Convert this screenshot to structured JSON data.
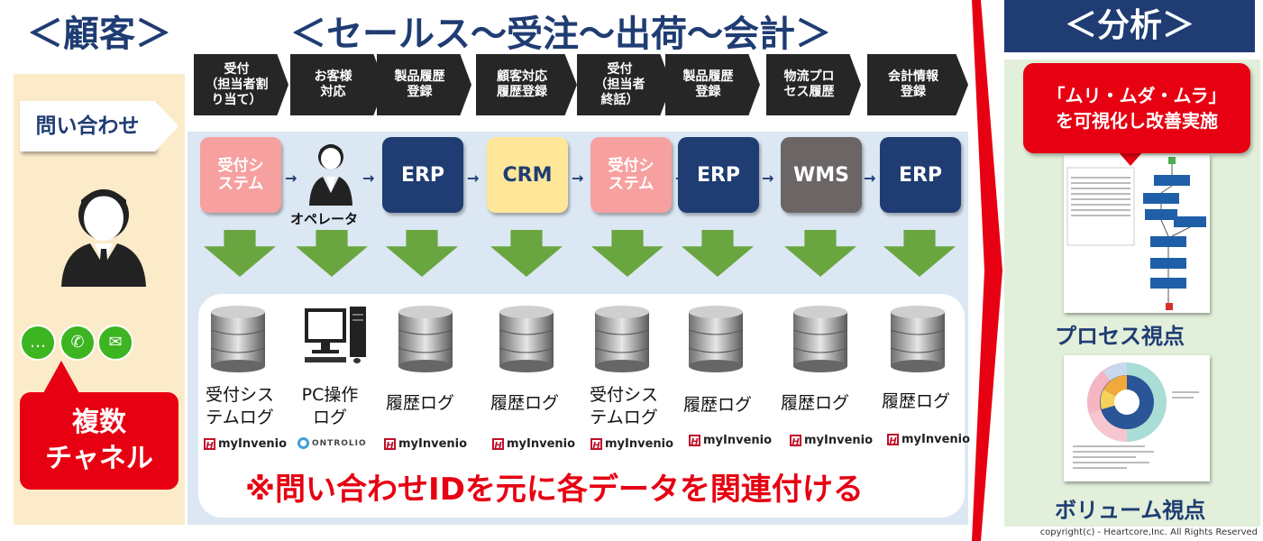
{
  "header": {
    "customer": "＜顧客＞",
    "flow": "＜セールス～受注～出荷～会計＞",
    "analysis": "＜分析＞"
  },
  "customer": {
    "inquiry_label": "問い合わせ",
    "channels": [
      "chat-icon",
      "phone-icon",
      "mail-icon"
    ],
    "multi_channel": "複数\nチャネル"
  },
  "steps": [
    "受付\n（担当者割\nり当て）",
    "お客様\n対応",
    "製品履歴\n登録",
    "顧客対応\n履歴登録",
    "受付\n（担当者\n終話）",
    "製品履歴\n登録",
    "物流プロ\nセス履歴",
    "会計情報\n登録"
  ],
  "systems": [
    {
      "label": "受付シ\nステム",
      "style": "pink"
    },
    {
      "label": "オペレータ",
      "style": "person"
    },
    {
      "label": "ERP",
      "style": "navy"
    },
    {
      "label": "CRM",
      "style": "yellow"
    },
    {
      "label": "受付シ\nステム",
      "style": "pink"
    },
    {
      "label": "ERP",
      "style": "navy"
    },
    {
      "label": "WMS",
      "style": "gray"
    },
    {
      "label": "ERP",
      "style": "navy"
    }
  ],
  "sources": [
    {
      "icon": "database-icon",
      "log": "受付シス\nテムログ",
      "brand": "myInvenio"
    },
    {
      "icon": "pc-icon",
      "log": "PC操作\nログ",
      "brand": "ONTROLIO"
    },
    {
      "icon": "database-icon",
      "log": "履歴ログ",
      "brand": "myInvenio"
    },
    {
      "icon": "database-icon",
      "log": "履歴ログ",
      "brand": "myInvenio"
    },
    {
      "icon": "database-icon",
      "log": "受付シス\nテムログ",
      "brand": "myInvenio"
    },
    {
      "icon": "database-icon",
      "log": "履歴ログ",
      "brand": "myInvenio"
    },
    {
      "icon": "database-icon",
      "log": "履歴ログ",
      "brand": "myInvenio"
    },
    {
      "icon": "database-icon",
      "log": "履歴ログ",
      "brand": "myInvenio"
    }
  ],
  "note": "※問い合わせIDを元に各データを関連付ける",
  "analysis": {
    "callout": "「ムリ・ムダ・ムラ」\nを可視化し改善実施",
    "process_view": "プロセス視点",
    "volume_view": "ボリューム視点"
  },
  "copyright": "copyright(c)  - Heartcore,Inc. All Rights Reserved",
  "colors": {
    "navy": "#1f3c73",
    "red": "#e60012",
    "green_arrow": "#6aa640",
    "pink": "#f7a0a0",
    "yellow": "#ffe699",
    "gray": "#6b6665"
  }
}
